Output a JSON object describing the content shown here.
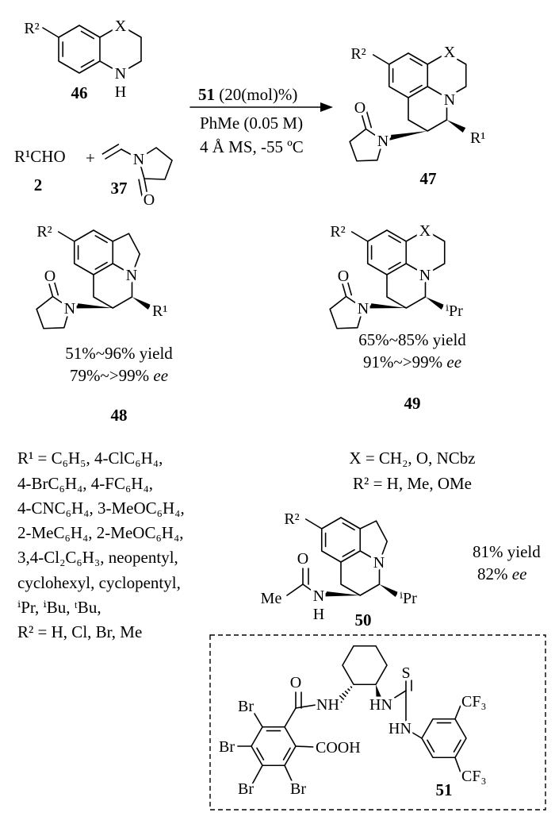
{
  "scheme": {
    "compound_46": {
      "number": "46",
      "labels": {
        "r2": "R²",
        "x": "X",
        "n": "N",
        "h": "H"
      }
    },
    "compound_2": {
      "formula": "R¹CHO",
      "number": "2"
    },
    "plus": "+",
    "compound_37": {
      "number": "37",
      "labels": {
        "n": "N",
        "o": "O"
      }
    },
    "conditions": {
      "catalyst": "51",
      "loading": " (20(mol)%)",
      "solvent": "PhMe (0.05 M)",
      "additive": "4 Å MS, -55 ºC"
    },
    "compound_47": {
      "number": "47",
      "labels": {
        "r2": "R²",
        "x": "X",
        "n": "N",
        "r1": "R¹",
        "n2": "N",
        "o": "O"
      }
    },
    "compound_48": {
      "number": "48",
      "labels": {
        "r2": "R²",
        "n": "N",
        "r1": "R¹",
        "n2": "N",
        "o": "O"
      },
      "yield": "51%~96% yield",
      "ee_range": "79%~>99% ",
      "ee_label": "ee"
    },
    "compound_49": {
      "number": "49",
      "labels": {
        "r2": "R²",
        "x": "X",
        "n": "N",
        "r1": "ⁱPr",
        "n2": "N",
        "o": "O"
      },
      "yield": "65%~85% yield",
      "ee_range": "91%~>99% ",
      "ee_label": "ee"
    },
    "scope_48": [
      "R¹ = C₆H₅, 4-ClC₆H₄,",
      "4-BrC₆H₄, 4-FC₆H₄,",
      "4-CNC₆H₄, 3-MeOC₆H₄,",
      "2-MeC₆H₄, 2-MeOC₆H₄,",
      "3,4-Cl₂C₆H₃, neopentyl,",
      "cyclohexyl, cyclopentyl,",
      "ⁱPr, ⁱBu, ᵗBu,",
      "R² = H, Cl, Br, Me"
    ],
    "scope_49": [
      "X = CH₂, O, NCbz",
      "R² = H, Me, OMe"
    ],
    "compound_50": {
      "number": "50",
      "labels": {
        "r2": "R²",
        "n": "N",
        "r1": "ⁱPr",
        "nh_n": "N",
        "nh_h": "H",
        "o": "O",
        "me": "Me"
      },
      "yield": "81% yield",
      "ee_range": "82% ",
      "ee_label": "ee"
    },
    "catalyst_51": {
      "number": "51",
      "labels": {
        "o": "O",
        "nh1": "NH",
        "hn1": "HN",
        "s": "S",
        "hn2": "HN",
        "cf3_top": "CF₃",
        "cf3_bottom": "CF₃",
        "cooh": "COOH",
        "br1": "Br",
        "br2": "Br",
        "br3": "Br",
        "br4": "Br"
      }
    }
  }
}
